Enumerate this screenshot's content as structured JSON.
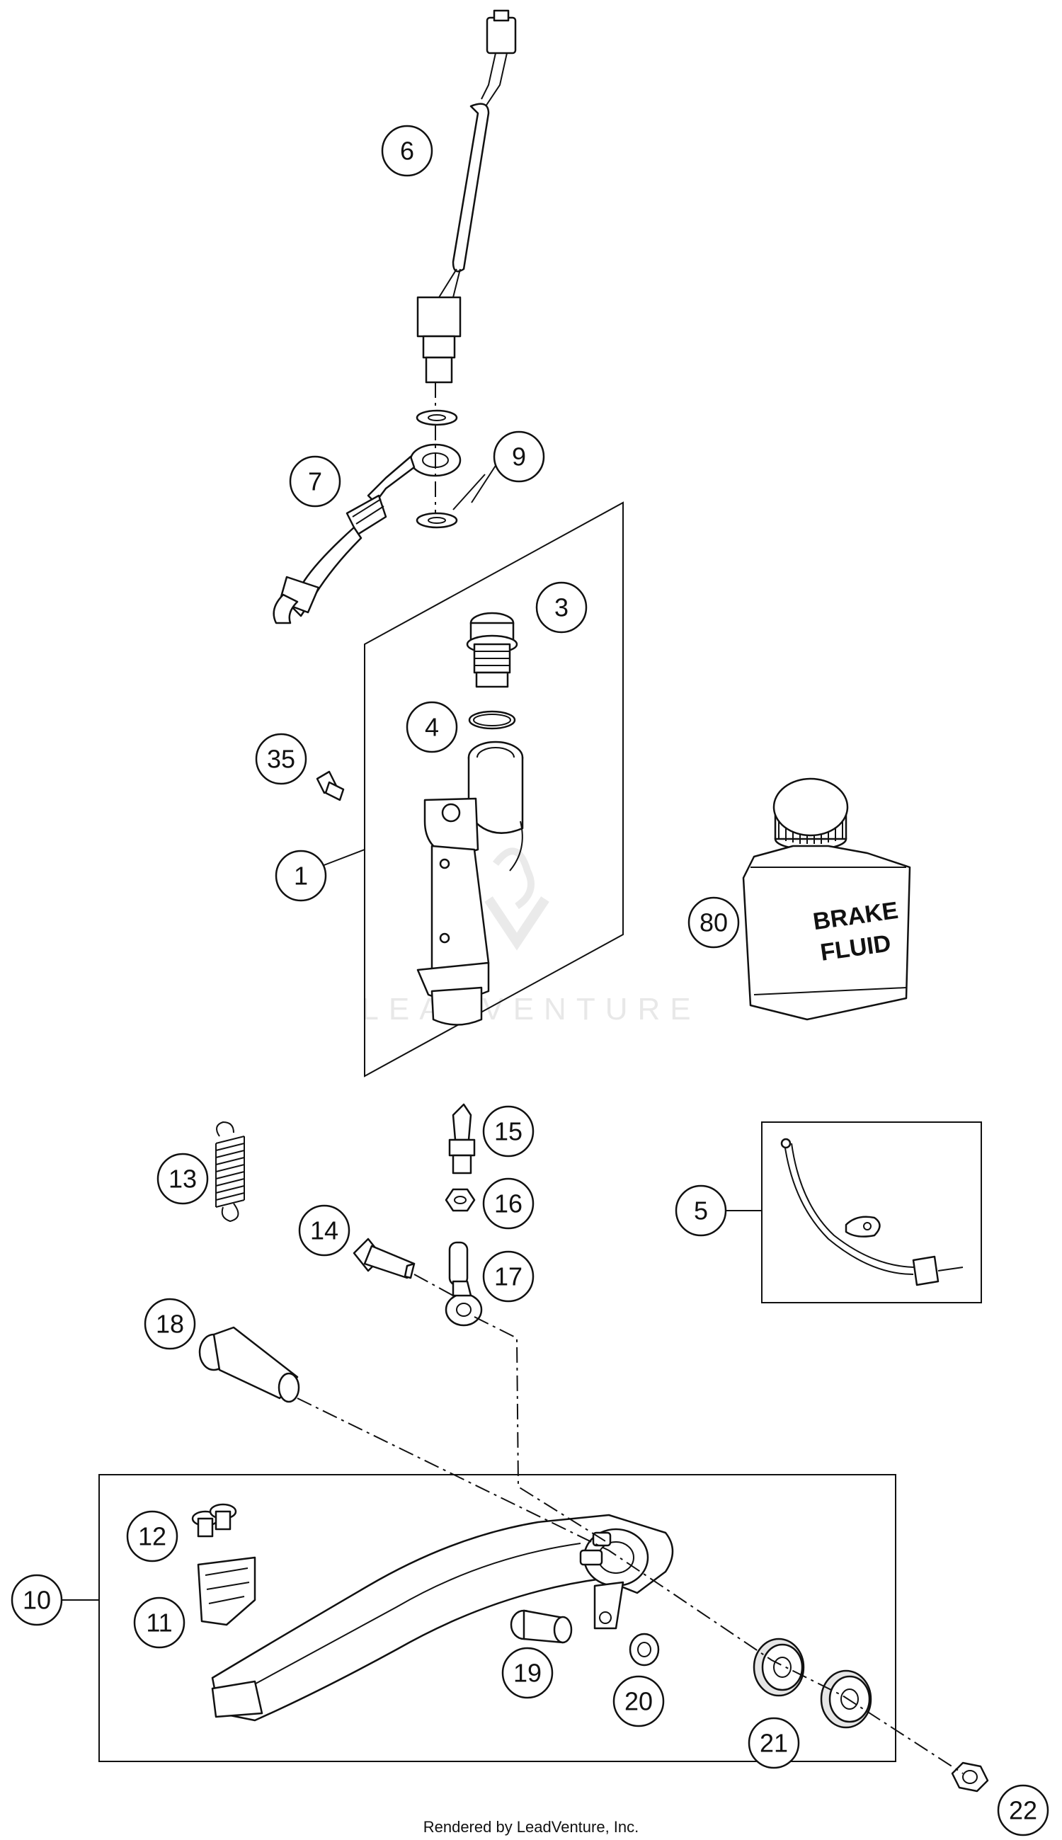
{
  "callouts": {
    "c1": "1",
    "c3": "3",
    "c4": "4",
    "c5": "5",
    "c6": "6",
    "c7": "7",
    "c9": "9",
    "c10": "10",
    "c11": "11",
    "c12": "12",
    "c13": "13",
    "c14": "14",
    "c15": "15",
    "c16": "16",
    "c17": "17",
    "c18": "18",
    "c19": "19",
    "c20": "20",
    "c21": "21",
    "c22": "22",
    "c35": "35",
    "c80": "80"
  },
  "fluid_label": {
    "line1": "BRAKE",
    "line2": "FLUID"
  },
  "watermark": "LEADVENTURE",
  "footer": "Rendered by LeadVenture, Inc."
}
